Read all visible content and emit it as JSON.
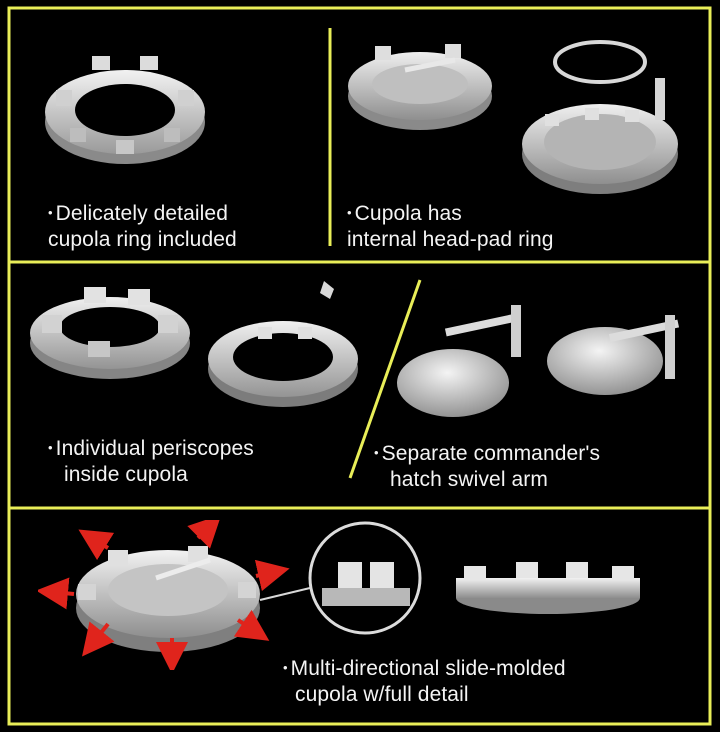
{
  "colors": {
    "background": "#000000",
    "divider": "#e9ee58",
    "text": "#f4f4f4",
    "part": "#cfcfcf",
    "arrow": "#e0241c"
  },
  "panels": [
    {
      "bullet": "•",
      "line1": "Delicately detailed",
      "line2": "cupola ring included"
    },
    {
      "bullet": "•",
      "line1": "Cupola has",
      "line2": "internal head-pad ring"
    },
    {
      "bullet": "•",
      "line1": "Individual periscopes",
      "line2": "inside cupola"
    },
    {
      "bullet": "•",
      "line1": "Separate commander's",
      "line2": "hatch swivel arm"
    },
    {
      "bullet": "•",
      "line1": "Multi-directional slide-molded",
      "line2": "cupola w/full detail"
    }
  ]
}
